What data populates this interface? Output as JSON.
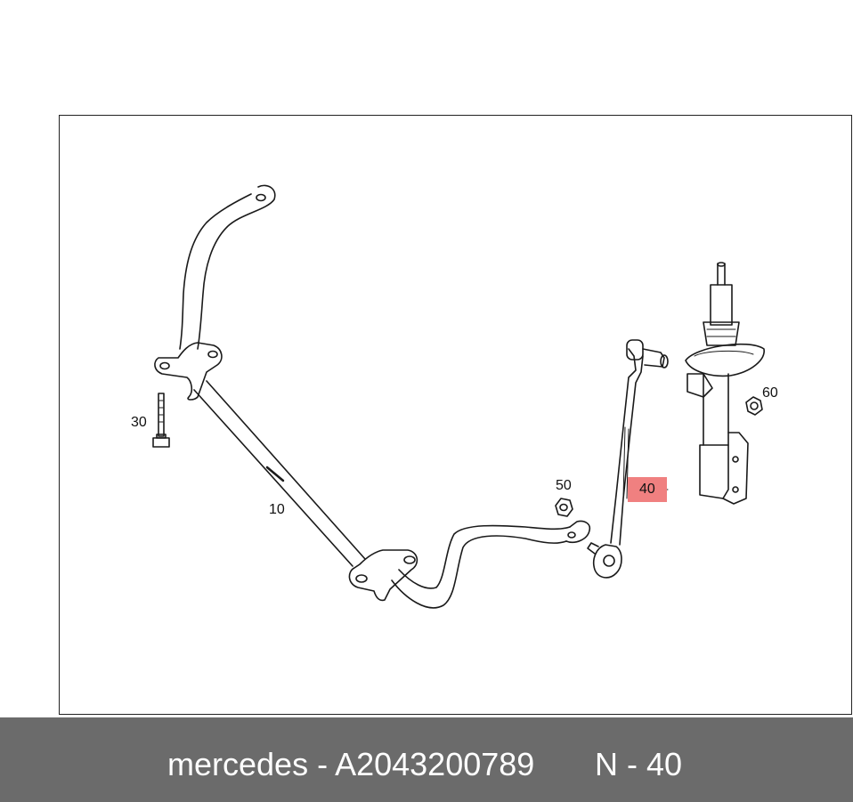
{
  "callouts": {
    "part10": "10",
    "part30": "30",
    "part40": "40",
    "part50": "50",
    "part60": "60"
  },
  "highlight_color": "#f08080",
  "footer": {
    "text": "mercedes - A2043200789",
    "code": "N - 40"
  }
}
